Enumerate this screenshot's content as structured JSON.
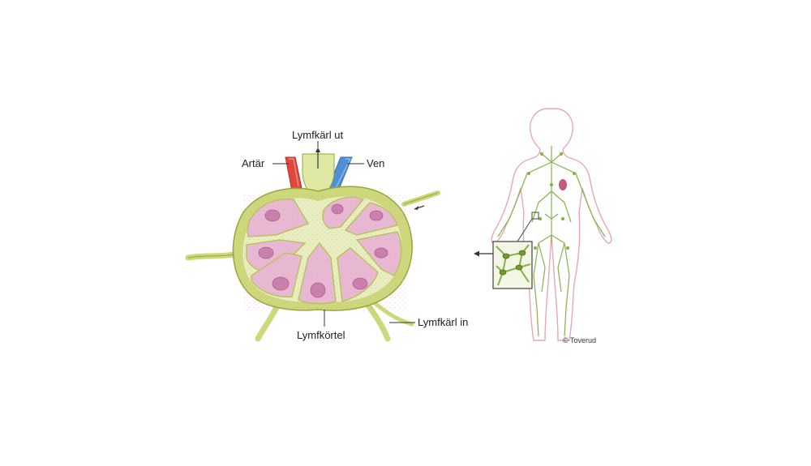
{
  "diagram": {
    "labels": {
      "lymph_out": "Lymfkärl ut",
      "artery": "Artär",
      "vein": "Ven",
      "lymph_node": "Lymfkörtel",
      "lymph_in": "Lymfkärl in"
    },
    "credit": "© Toverud"
  },
  "colors": {
    "capsule": "#ccd87a",
    "capsule_outline": "#9aa63c",
    "lymph_vessel": "#dfe9a4",
    "tissue": "#e9b9d4",
    "follicle": "#c97fab",
    "artery": "#e0473e",
    "vein": "#4f8fd6",
    "body_outline": "#e6a8b3",
    "lymph_network": "#88b04b",
    "inset_border": "#444444",
    "spleen": "#c25a7f"
  }
}
